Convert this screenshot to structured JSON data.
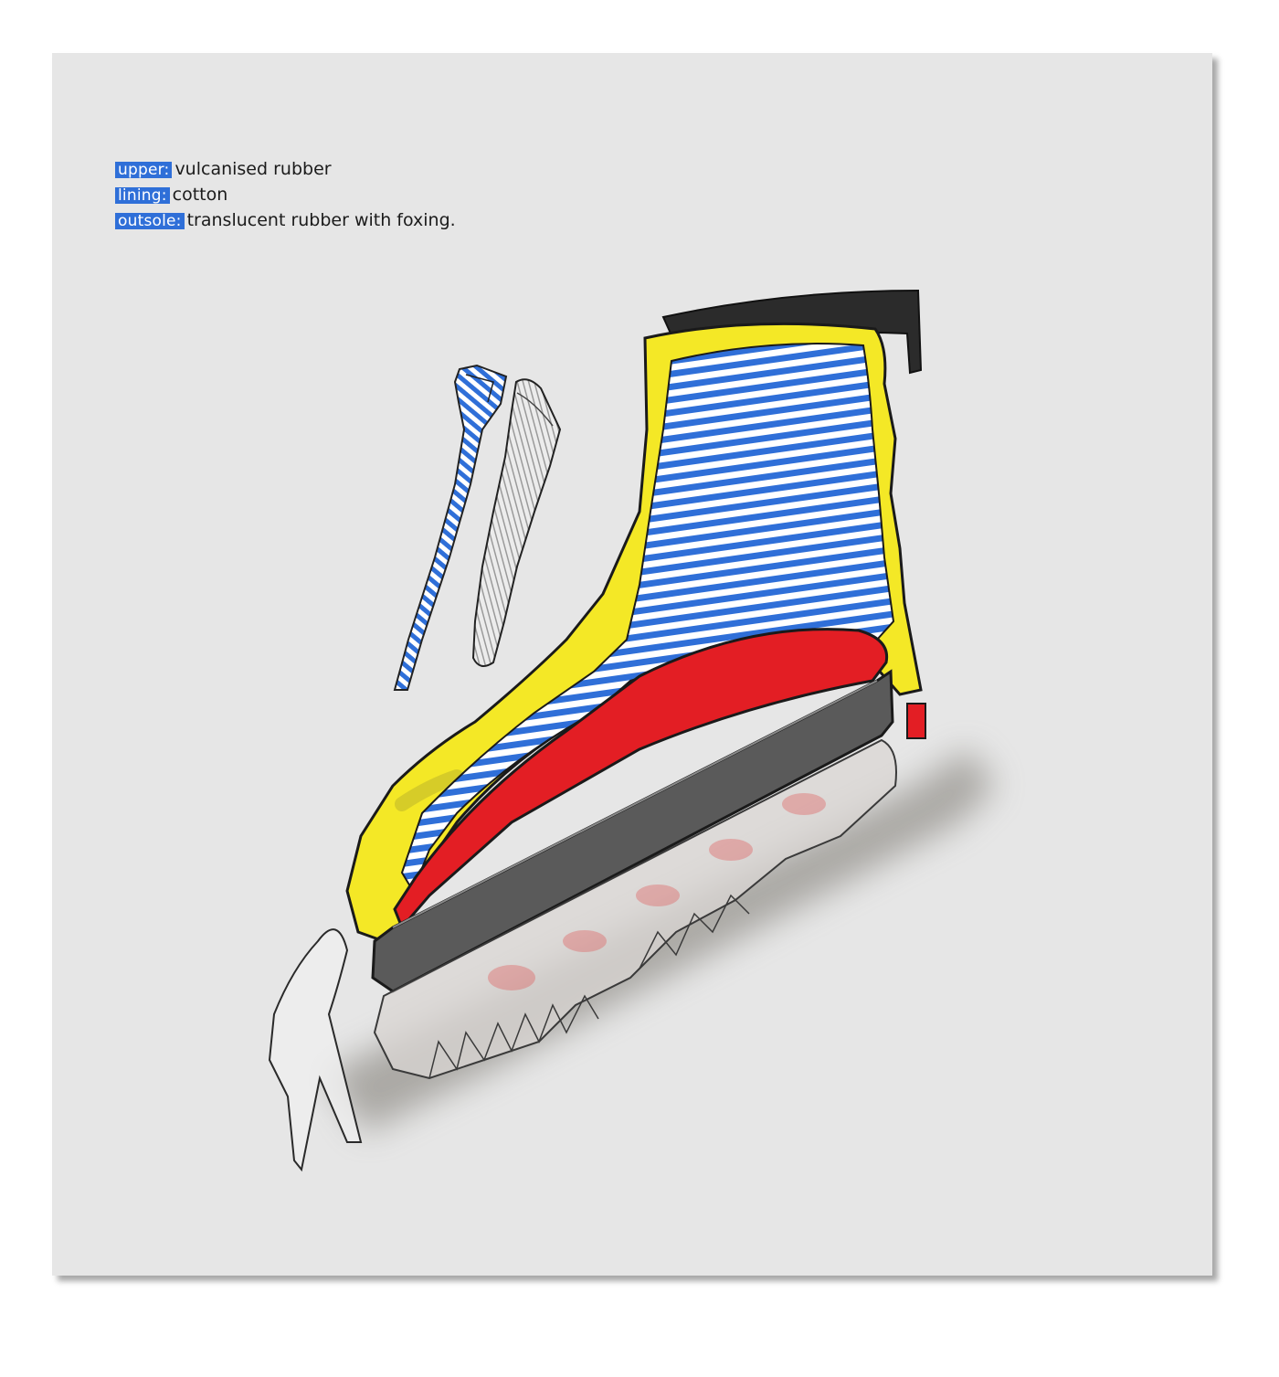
{
  "specs": [
    {
      "key": "upper:",
      "value": "vulcanised rubber"
    },
    {
      "key": "lining:",
      "value": "cotton"
    },
    {
      "key": "outsole:",
      "value": "translucent rubber with foxing."
    }
  ],
  "colors": {
    "background": "#e6e6e6",
    "label_highlight": "#2f6fd8",
    "upper_yellow": "#f4e826",
    "stripe_blue": "#2f6fd8",
    "insole_red": "#e31e24",
    "midsole_grey": "#5a5a5a",
    "collar_black": "#2b2b2b"
  }
}
